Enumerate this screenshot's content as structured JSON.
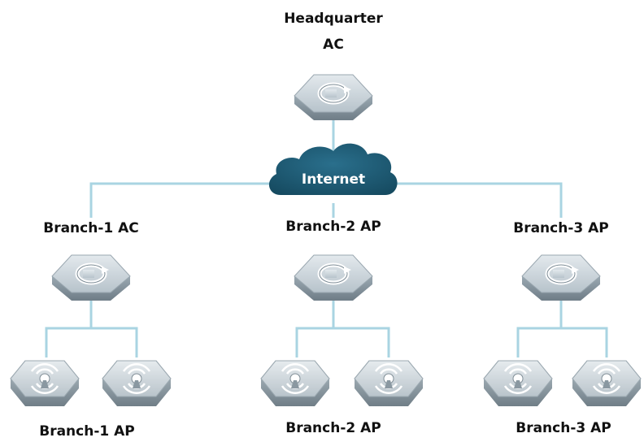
{
  "title": {
    "line1": "Headquarter",
    "line2": "AC"
  },
  "cloud": {
    "label": "Internet"
  },
  "branches": [
    {
      "device_label": "Branch-1 AC",
      "device_type": "controller-icon",
      "ap_label": "Branch-1 AP"
    },
    {
      "device_label": "Branch-2 AP",
      "device_type": "controller-icon",
      "ap_label": "Branch-2 AP"
    },
    {
      "device_label": "Branch-3 AP",
      "device_type": "controller-icon",
      "ap_label": "Branch-3 AP"
    }
  ],
  "colors": {
    "line": "#a9d4e2",
    "cloud": "#1d5a73",
    "device_top": "#c9d3d9",
    "device_side": "#8e9ca6"
  }
}
